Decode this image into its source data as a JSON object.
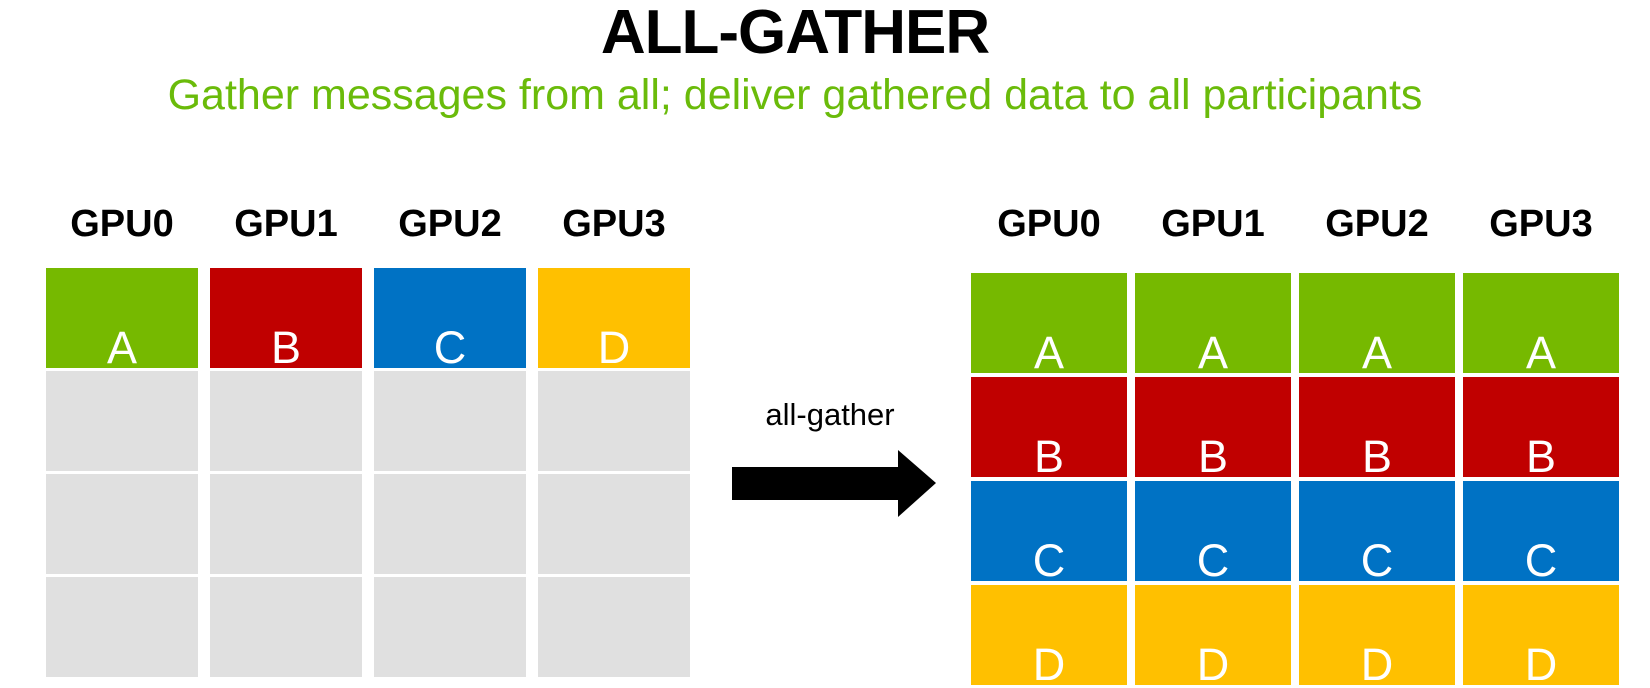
{
  "title": "ALL-GATHER",
  "subtitle": "Gather messages from all; deliver gathered data to all participants",
  "arrow": {
    "label": "all-gather"
  },
  "colors": {
    "green": "#76B900",
    "red": "#C00000",
    "blue": "#0072C4",
    "yellow": "#FFC000",
    "empty": "#E0E0E0",
    "title_text": "#000000",
    "subtitle_text": "#6ABB0A",
    "header_text": "#000000",
    "cell_text": "#FFFFFF",
    "arrow": "#000000"
  },
  "left_grid": {
    "description": "before",
    "gpu_labels": [
      "GPU0",
      "GPU1",
      "GPU2",
      "GPU3"
    ],
    "rows": [
      [
        {
          "label": "A",
          "color": "green"
        },
        {
          "label": "B",
          "color": "red"
        },
        {
          "label": "C",
          "color": "blue"
        },
        {
          "label": "D",
          "color": "yellow"
        }
      ],
      [
        {
          "label": "",
          "color": "empty"
        },
        {
          "label": "",
          "color": "empty"
        },
        {
          "label": "",
          "color": "empty"
        },
        {
          "label": "",
          "color": "empty"
        }
      ],
      [
        {
          "label": "",
          "color": "empty"
        },
        {
          "label": "",
          "color": "empty"
        },
        {
          "label": "",
          "color": "empty"
        },
        {
          "label": "",
          "color": "empty"
        }
      ],
      [
        {
          "label": "",
          "color": "empty"
        },
        {
          "label": "",
          "color": "empty"
        },
        {
          "label": "",
          "color": "empty"
        },
        {
          "label": "",
          "color": "empty"
        }
      ]
    ]
  },
  "right_grid": {
    "description": "after",
    "gpu_labels": [
      "GPU0",
      "GPU1",
      "GPU2",
      "GPU3"
    ],
    "rows": [
      [
        {
          "label": "A",
          "color": "green"
        },
        {
          "label": "A",
          "color": "green"
        },
        {
          "label": "A",
          "color": "green"
        },
        {
          "label": "A",
          "color": "green"
        }
      ],
      [
        {
          "label": "B",
          "color": "red"
        },
        {
          "label": "B",
          "color": "red"
        },
        {
          "label": "B",
          "color": "red"
        },
        {
          "label": "B",
          "color": "red"
        }
      ],
      [
        {
          "label": "C",
          "color": "blue"
        },
        {
          "label": "C",
          "color": "blue"
        },
        {
          "label": "C",
          "color": "blue"
        },
        {
          "label": "C",
          "color": "blue"
        }
      ],
      [
        {
          "label": "D",
          "color": "yellow"
        },
        {
          "label": "D",
          "color": "yellow"
        },
        {
          "label": "D",
          "color": "yellow"
        },
        {
          "label": "D",
          "color": "yellow"
        }
      ]
    ]
  }
}
